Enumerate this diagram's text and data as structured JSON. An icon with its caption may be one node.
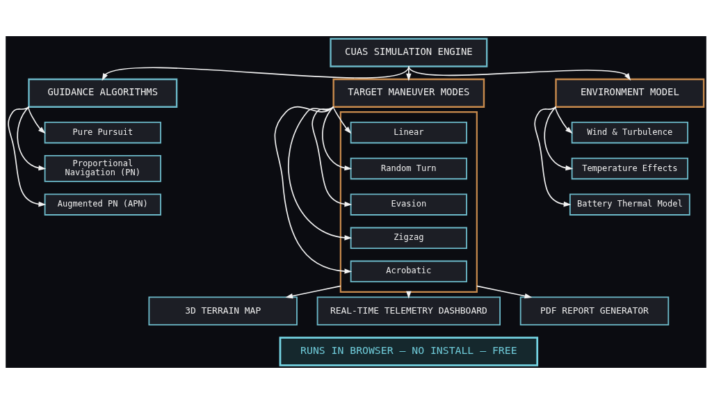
{
  "diagram": {
    "nodes": [
      {
        "text": [
          "CUAS SIMULATION ENGINE"
        ]
      },
      {
        "text": [
          "GUIDANCE ALGORITHMS"
        ]
      },
      {
        "text": [
          "Pure Pursuit"
        ]
      },
      {
        "text": [
          "Proportional Navigation (PN)"
        ]
      },
      {
        "text": [
          "Augmented PN (APN)"
        ]
      },
      {
        "text": [
          "TARGET MANEUVER MODES"
        ]
      },
      {
        "text": [],
        "shape": "box"
      },
      {
        "text": [
          "Linear"
        ],
        "in": 6
      },
      {
        "text": [
          "Random Turn"
        ],
        "in": 6
      },
      {
        "text": [
          "Evasion"
        ],
        "in": 6
      },
      {
        "text": [
          "Zigzag"
        ],
        "in": 6
      },
      {
        "text": [
          "Acrobatic"
        ],
        "in": 6
      },
      {
        "text": [
          "ENVIRONMENT MODEL"
        ]
      },
      {
        "text": [
          "Wind & Turbulence"
        ]
      },
      {
        "text": [
          "Temperature Effects"
        ]
      },
      {
        "text": [
          "Battery Thermal Model"
        ]
      },
      {
        "text": [
          "3D TERRAIN MAP"
        ]
      },
      {
        "text": [
          "REAL-TIME TELEMETRY DASHBOARD"
        ]
      },
      {
        "text": [
          "PDF REPORT GENERATOR"
        ]
      },
      {
        "text": [
          "RUNS IN BROWSER — NO INSTALL — FREE"
        ]
      }
    ],
    "edges": [
      {
        "from": 0,
        "to": 1,
        "arrow": "to"
      },
      {
        "from": 0,
        "to": 5,
        "arrow": "to"
      },
      {
        "from": 0,
        "to": 12,
        "arrow": "to"
      },
      {
        "from": 1,
        "to": 2,
        "arrow": "to"
      },
      {
        "from": 1,
        "to": 3,
        "arrow": "to"
      },
      {
        "from": 1,
        "to": 4,
        "arrow": "to"
      },
      {
        "from": 5,
        "to": 7,
        "arrow": "to"
      },
      {
        "from": 5,
        "to": 8,
        "arrow": "to"
      },
      {
        "from": 5,
        "to": 9,
        "arrow": "to"
      },
      {
        "from": 5,
        "to": 10,
        "arrow": "to"
      },
      {
        "from": 5,
        "to": 11,
        "arrow": "to"
      },
      {
        "from": 12,
        "to": 13,
        "arrow": "to"
      },
      {
        "from": 12,
        "to": 14,
        "arrow": "to"
      },
      {
        "from": 12,
        "to": 15,
        "arrow": "to"
      },
      {
        "from": 6,
        "to": 16,
        "arrow": "to"
      },
      {
        "from": 6,
        "to": 17,
        "arrow": "to"
      },
      {
        "from": 6,
        "to": 18,
        "arrow": "to"
      }
    ]
  }
}
